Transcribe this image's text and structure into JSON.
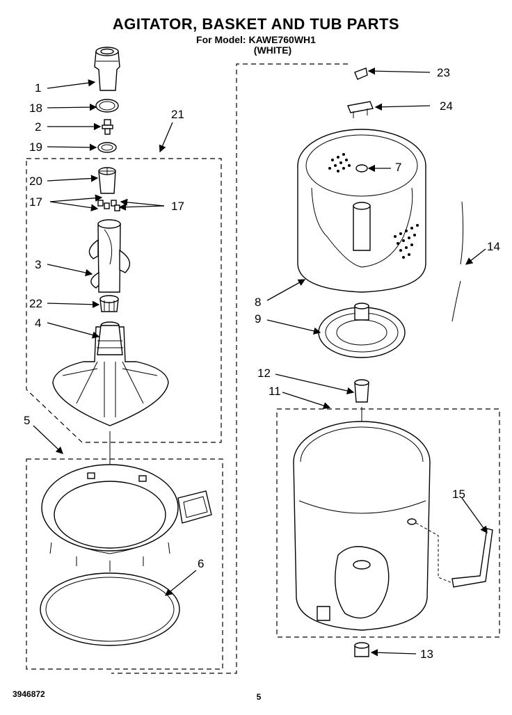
{
  "header": {
    "title": "AGITATOR, BASKET AND TUB PARTS",
    "model_line": "For Model: KAWE760WH1",
    "color_line": "(WHITE)"
  },
  "footer": {
    "doc_number": "3946872",
    "page_number": "5"
  },
  "callouts": {
    "c1": "1",
    "c18": "18",
    "c2": "2",
    "c19": "19",
    "c21": "21",
    "c20": "20",
    "c17a": "17",
    "c17b": "17",
    "c3": "3",
    "c22": "22",
    "c4": "4",
    "c5": "5",
    "c6": "6",
    "c23": "23",
    "c24": "24",
    "c7": "7",
    "c14": "14",
    "c8": "8",
    "c9": "9",
    "c12": "12",
    "c11": "11",
    "c15": "15",
    "c13": "13"
  }
}
